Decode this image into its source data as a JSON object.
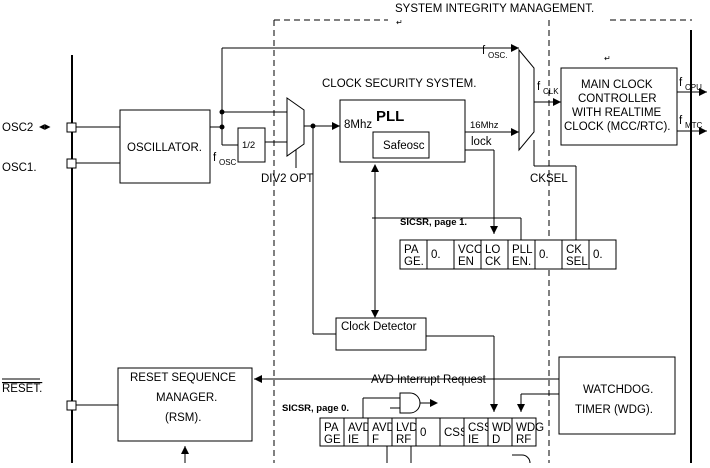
{
  "diagram": {
    "title": "SYSTEM INTEGRITY  MANAGEMENT.",
    "title_mark": "↵",
    "csc_title": "CLOCK SECURITY  SYSTEM.",
    "pins": {
      "osc2": "OSC2",
      "osc1": "OSC1.",
      "reset": "RESET."
    },
    "oscillator": "OSCILLATOR.",
    "divider": "1/2",
    "fosc_label": "f",
    "fosc_sub": "OSC",
    "fosc_top_label": "f",
    "fosc_top_sub": "OSC.",
    "div2_opt": "DIV2 OPT",
    "pll": {
      "title": "PLL",
      "input": "8Mhz",
      "output": "16Mhz",
      "lock": "lock",
      "safeosc": "Safeosc"
    },
    "fclk_label": "f",
    "fclk_sub": "CLK",
    "cksel_label": "CKSEL",
    "mcc": {
      "line1": "MAIN CLOCK",
      "line2": "CONTROLLER",
      "line3": "WITH REALTIME",
      "line4": "CLOCK (MCC/RTC).",
      "fcpu_label": "f",
      "fcpu_sub": "CPU",
      "fmtc_label": "f",
      "fmtc_sub": "MTC"
    },
    "sicsr1": {
      "title": "SICSR, page 1.",
      "cells": [
        {
          "top": "PA",
          "bottom": "GE."
        },
        {
          "top": "0.",
          "bottom": ""
        },
        {
          "top": "VCO",
          "bottom": "EN"
        },
        {
          "top": "LO",
          "bottom": "CK"
        },
        {
          "top": "PLL",
          "bottom": "EN."
        },
        {
          "top": "0.",
          "bottom": ""
        },
        {
          "top": "CK",
          "bottom": "SEL."
        },
        {
          "top": "0.",
          "bottom": ""
        }
      ]
    },
    "clock_detector": "Clock Detector",
    "rsm": {
      "line1": "RESET SEQUENCE",
      "line2": "MANAGER.",
      "line3": "(RSM)."
    },
    "avd_request": "AVD Interrupt Request",
    "watchdog": {
      "line1": "WATCHDOG.",
      "line2": "TIMER (WDG)."
    },
    "sicsr0": {
      "title": "SICSR, page 0.",
      "cells": [
        {
          "top": "PA",
          "bottom": "GE"
        },
        {
          "top": "AVD",
          "bottom": "IE"
        },
        {
          "top": "AVD",
          "bottom": "F"
        },
        {
          "top": "LVD",
          "bottom": "RF"
        },
        {
          "top": "0",
          "bottom": ""
        },
        {
          "top": "CSS",
          "bottom": ""
        },
        {
          "top": "CSS",
          "bottom": "IE"
        },
        {
          "top": "WDG",
          "bottom": "D"
        },
        {
          "top": "WDG",
          "bottom": "RF"
        }
      ]
    }
  }
}
